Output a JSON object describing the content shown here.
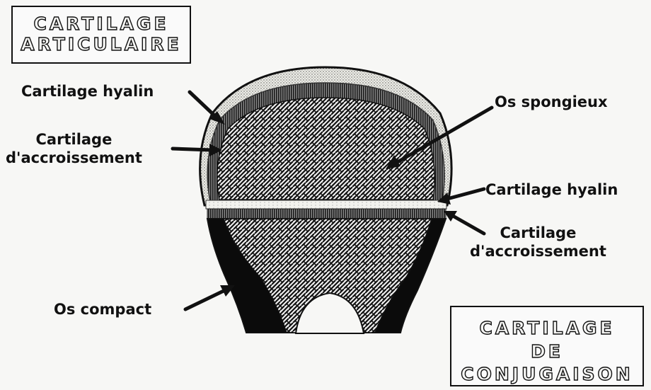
{
  "boxes": {
    "articulaire": {
      "line1": "CARTILAGE",
      "line2": "ARTICULAIRE"
    },
    "conjugaison": {
      "line1": "CARTILAGE",
      "line2": "DE",
      "line3": "CONJUGAISON"
    }
  },
  "labels": {
    "hyalin_top": "Cartilage hyalin",
    "accroissement_top": {
      "line1": "Cartilage",
      "line2": "d'accroissement"
    },
    "spongieux": "Os spongieux",
    "hyalin_right": "Cartilage hyalin",
    "accroissement_right": {
      "line1": "Cartilage",
      "line2": "d'accroissement"
    },
    "compact": "Os compact"
  },
  "colors": {
    "ink": "#111111",
    "paper": "#f7f7f5",
    "hyalin": "#e2e2dc",
    "accroissement": "#3a3a3a",
    "spongieux": "#555555",
    "compact": "#0b0b0b"
  }
}
